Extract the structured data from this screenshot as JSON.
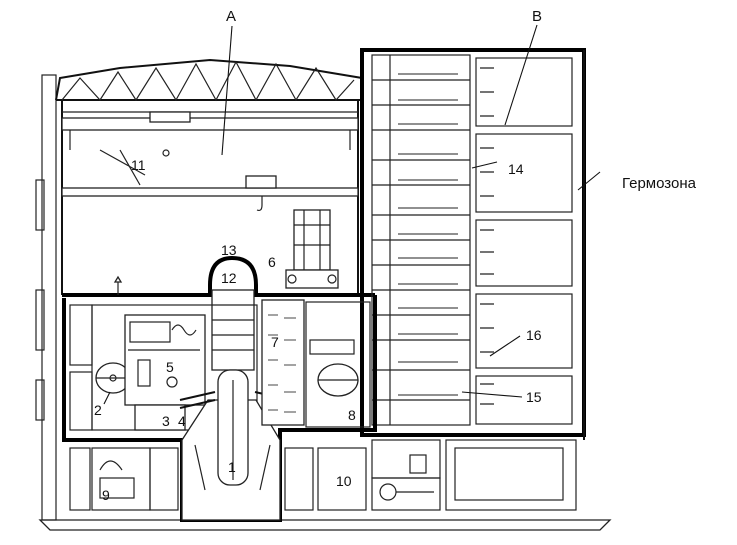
{
  "labels": {
    "a": "A",
    "b": "B",
    "n1": "1",
    "n2": "2",
    "n3": "3",
    "n4": "4",
    "n5": "5",
    "n6": "6",
    "n7": "7",
    "n8": "8",
    "n9": "9",
    "n10": "10",
    "n11": "11",
    "n12": "12",
    "n13": "13",
    "n14": "14",
    "n15": "15",
    "n16": "16"
  },
  "side_label": "Гермозона"
}
